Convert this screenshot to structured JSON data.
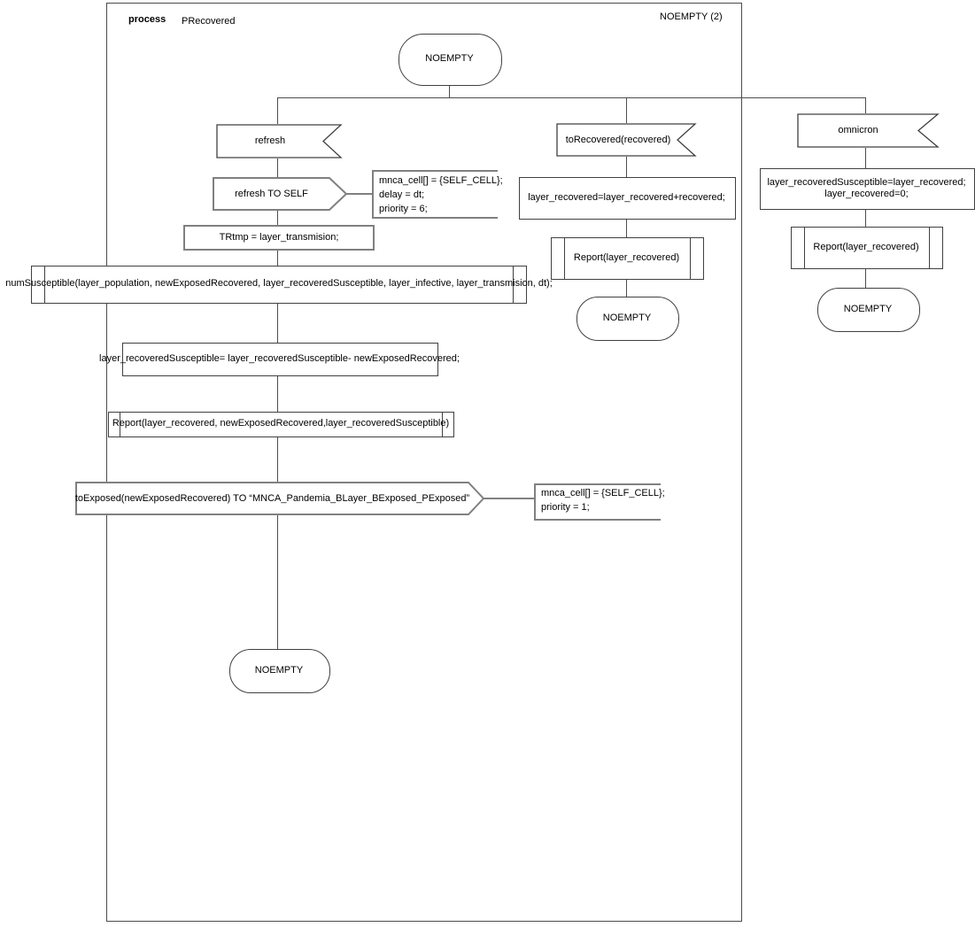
{
  "header": {
    "process_label": "process",
    "process_name": "PRecovered",
    "page_label": "NOEMPTY (2)"
  },
  "states": {
    "start": "NOEMPTY",
    "refresh_end": "NOEMPTY",
    "recovered_end": "NOEMPTY",
    "omnicron_end": "NOEMPTY"
  },
  "refresh_branch": {
    "input_label": "refresh",
    "output_label": "refresh TO SELF",
    "output_comment": {
      "line1": "mnca_cell[] = {SELF_CELL};",
      "line2": "delay = dt;",
      "line3": "priority = 6;"
    },
    "task1": "TRtmp  = layer_transmision;",
    "procedure1": "numSusceptible(layer_population, newExposedRecovered, layer_recoveredSusceptible, layer_infective, layer_transmision, dt);",
    "task2": "layer_recoveredSusceptible= layer_recoveredSusceptible- newExposedRecovered;",
    "procedure2": "Report(layer_recovered, newExposedRecovered,layer_recoveredSusceptible)",
    "output2_label": "toExposed(newExposedRecovered) TO “MNCA_Pandemia_BLayer_BExposed_PExposed”",
    "output2_comment": {
      "line1": "mnca_cell[] = {SELF_CELL};",
      "line2": "priority = 1;"
    }
  },
  "recovered_branch": {
    "input_label": "toRecovered(recovered)",
    "task1": "layer_recovered=layer_recovered+recovered;",
    "procedure1": "Report(layer_recovered)"
  },
  "omnicron_branch": {
    "input_label": "omnicron",
    "task1_line1": "layer_recoveredSusceptible=layer_recovered;",
    "task1_line2": "layer_recovered=0;",
    "procedure1": "Report(layer_recovered)"
  },
  "colors": {
    "line": "#4d4d4d",
    "gray_border": "#808080",
    "shape_border": "#404040",
    "background": "#ffffff",
    "text": "#000000"
  }
}
